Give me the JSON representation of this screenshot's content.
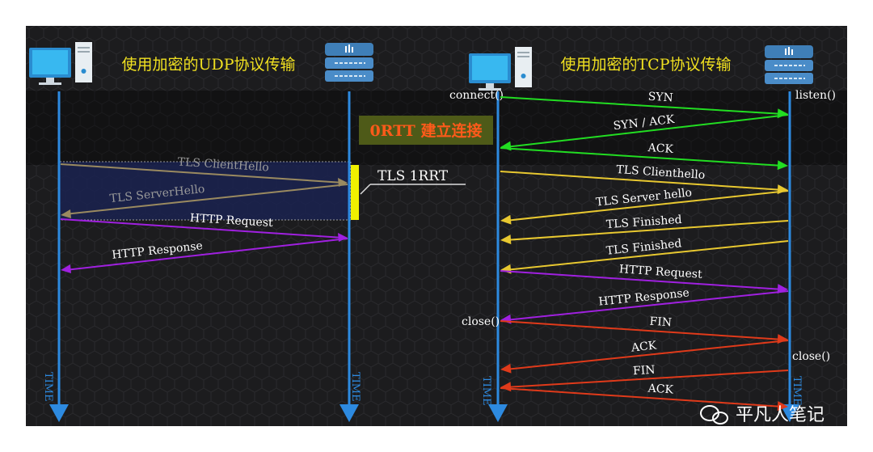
{
  "left_panel": {
    "title": "使用加密的UDP协议传输",
    "zero_rtt_label": "0RTT 建立连接",
    "one_rtt_label": "TLS  1RRT",
    "time_label_client": "TIME",
    "time_label_server": "TIME",
    "messages": [
      {
        "id": "clienthello",
        "label": "TLS ClientHello",
        "from": "client",
        "to": "server"
      },
      {
        "id": "serverhello",
        "label": "TLS ServerHello",
        "from": "server",
        "to": "client"
      },
      {
        "id": "http-request",
        "label": "HTTP Request",
        "from": "client",
        "to": "server"
      },
      {
        "id": "http-response",
        "label": "HTTP Response",
        "from": "server",
        "to": "client"
      }
    ]
  },
  "right_panel": {
    "title": "使用加密的TCP协议传输",
    "client_connect": "connect()",
    "server_listen": "listen()",
    "client_close": "close()",
    "server_close": "close()",
    "time_label_client": "TIME",
    "time_label_server": "TIME",
    "messages": [
      {
        "id": "syn",
        "label": "SYN",
        "from": "client",
        "to": "server",
        "color": "#22dd22"
      },
      {
        "id": "syn-ack",
        "label": "SYN / ACK",
        "from": "server",
        "to": "client",
        "color": "#22dd22"
      },
      {
        "id": "ack1",
        "label": "ACK",
        "from": "client",
        "to": "server",
        "color": "#22dd22"
      },
      {
        "id": "tls-clienthello",
        "label": "TLS Clienthello",
        "from": "client",
        "to": "server",
        "color": "#e8c830"
      },
      {
        "id": "tls-serverhello",
        "label": "TLS Server hello",
        "from": "server",
        "to": "client",
        "color": "#e8c830"
      },
      {
        "id": "tls-finished-1",
        "label": "TLS Finished",
        "from": "server",
        "to": "client",
        "color": "#e8c830"
      },
      {
        "id": "tls-finished-2",
        "label": "TLS Finished",
        "from": "server",
        "to": "client",
        "color": "#e8c830"
      },
      {
        "id": "http-request",
        "label": "HTTP Request",
        "from": "client",
        "to": "server",
        "color": "#a020e0"
      },
      {
        "id": "http-response",
        "label": "HTTP Response",
        "from": "server",
        "to": "client",
        "color": "#a020e0"
      },
      {
        "id": "fin1",
        "label": "FIN",
        "from": "client",
        "to": "server",
        "color": "#e03a1a"
      },
      {
        "id": "ack2",
        "label": "ACK",
        "from": "server",
        "to": "client",
        "color": "#e03a1a"
      },
      {
        "id": "fin2",
        "label": "FIN",
        "from": "server",
        "to": "client",
        "color": "#e03a1a"
      },
      {
        "id": "ack3",
        "label": "ACK",
        "from": "client",
        "to": "server",
        "color": "#e03a1a"
      }
    ]
  },
  "watermark": "平凡人笔记",
  "colors": {
    "background": "#1c1c1e",
    "timeline": "#2d8ae0",
    "title": "#f0e020",
    "udp_highlight": "#1a2250",
    "zero_rtt_box": "#4e5a18",
    "zero_rtt_text": "#ff5a1a",
    "marker": "#f0f000"
  }
}
